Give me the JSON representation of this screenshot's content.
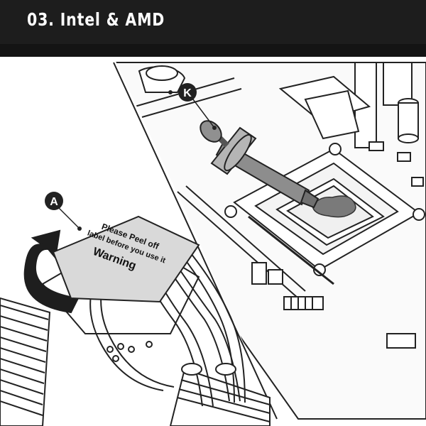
{
  "header": {
    "title": "03. Intel & AMD"
  },
  "callouts": {
    "a": "A",
    "k": "K"
  },
  "warning_label": {
    "line1": "Please Peel off",
    "line2": "label before you use it",
    "line3": "Warning"
  }
}
